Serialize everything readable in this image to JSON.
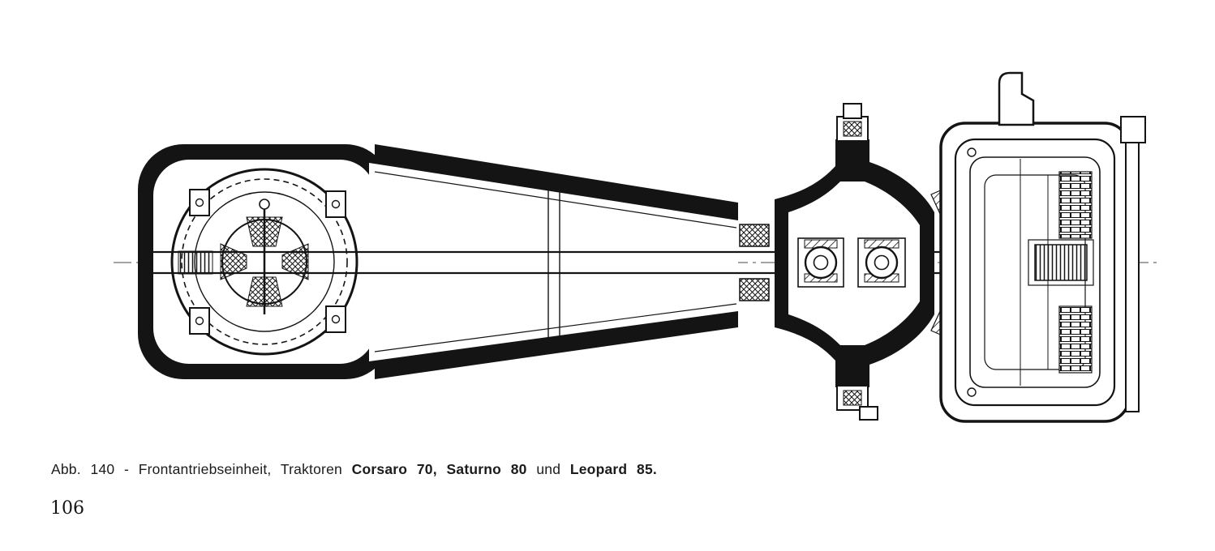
{
  "page": {
    "number": "106"
  },
  "figure": {
    "caption": {
      "part1": "Abb. 140 - Frontantriebseinheit, Traktoren",
      "bold1": "Corsaro 70, Saturno 80",
      "part2": "und",
      "bold2": "Leopard 85."
    },
    "drawing": {
      "subject": "front-drive-unit-sectional-drawing",
      "ink_color": "#141414",
      "paper_color": "#ffffff"
    }
  }
}
